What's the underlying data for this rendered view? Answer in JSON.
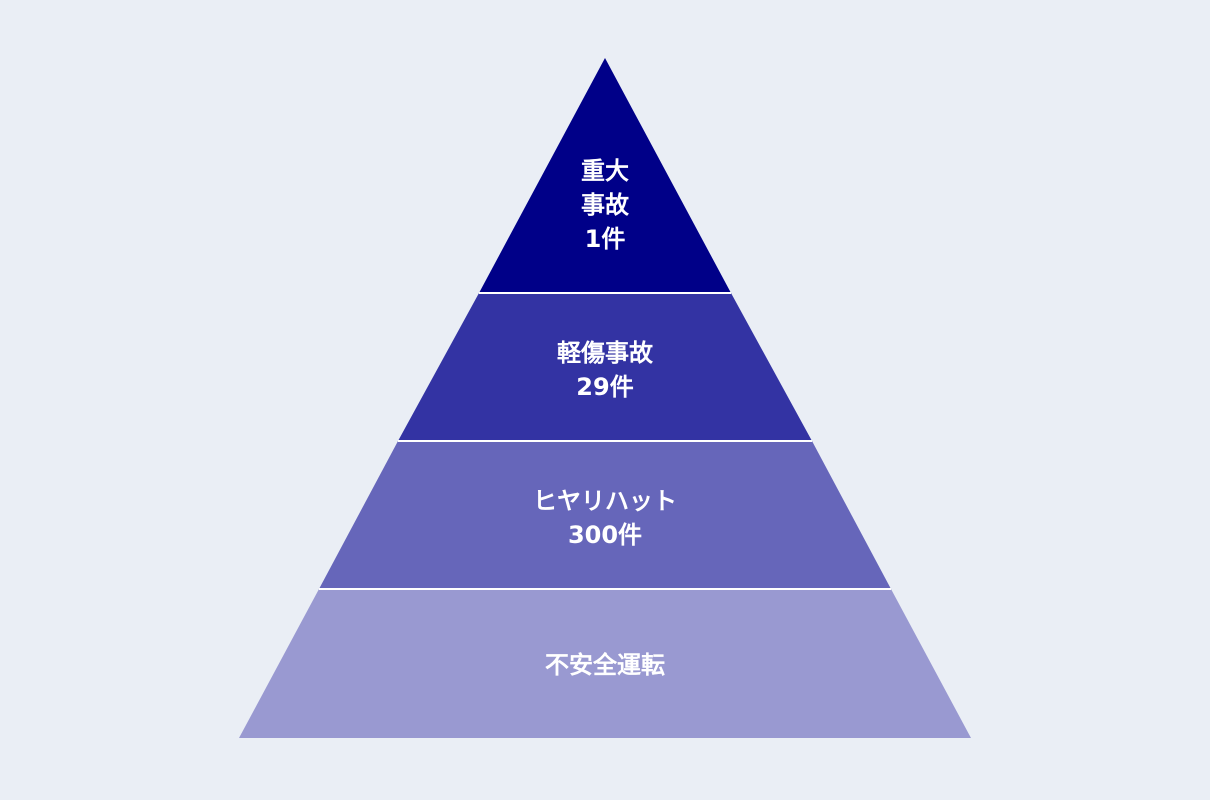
{
  "pyramid": {
    "tiers": [
      {
        "lines": [
          "重大",
          "事故",
          "1件"
        ],
        "color": "#000088"
      },
      {
        "lines": [
          "軽傷事故",
          "29件"
        ],
        "color": "#3333a3"
      },
      {
        "lines": [
          "ヒヤリハット",
          "300件"
        ],
        "color": "#6666ba"
      },
      {
        "lines": [
          "不安全運転"
        ],
        "color": "#9999d1"
      }
    ]
  }
}
